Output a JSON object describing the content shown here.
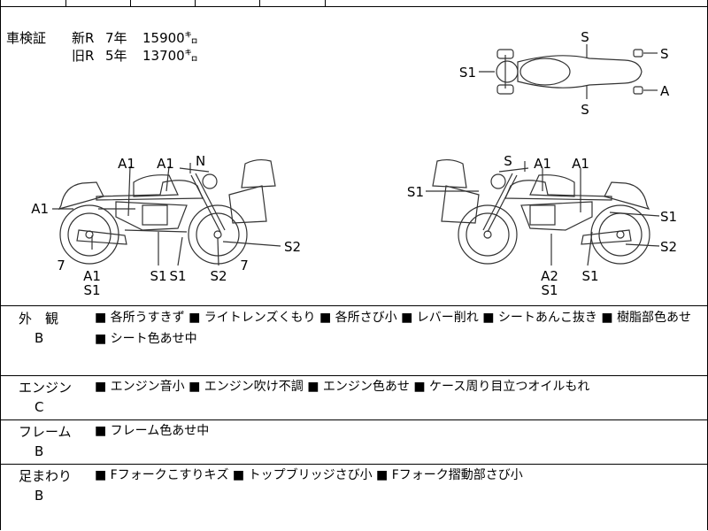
{
  "inspection": {
    "label": "車検証",
    "rows": [
      {
        "type": "新R",
        "years": "7年",
        "value": "15900㌔"
      },
      {
        "type": "旧R",
        "years": "5年",
        "value": "13700㌔"
      }
    ]
  },
  "diagram": {
    "top_view": {
      "s_top": "S",
      "s1": "S1",
      "s_right": "S",
      "a_right": "A",
      "s_bottom": "S"
    },
    "left_side": {
      "a1_fender": "A1",
      "a1_frame": "A1",
      "a1_tank": "A1",
      "n_handle": "N",
      "a1_bottom": "A1",
      "s1_bottom": "S1",
      "s1_a": "S1",
      "s1_b": "S1",
      "s2_fork": "S2",
      "s2_front": "S2",
      "num_rear": "7",
      "num_front": "7"
    },
    "right_side": {
      "s_handle": "S",
      "a1_tank": "A1",
      "a1_rear": "A1",
      "s1_left": "S1",
      "s1_right": "S1",
      "s2_right": "S2",
      "a2": "A2",
      "s1_under_a2": "S1",
      "s1_center": "S1"
    }
  },
  "sections": [
    {
      "name": "外　観",
      "grade": "B",
      "text": "■ 各所うすきず ■ ライトレンズくもり ■ 各所さび小 ■ レバー削れ ■ シートあんこ抜き ■ 樹脂部色あせ ■ シート色あせ中"
    },
    {
      "name": "エンジン",
      "grade": "C",
      "text": "■ エンジン音小 ■ エンジン吹け不調 ■ エンジン色あせ ■ ケース周り目立つオイルもれ"
    },
    {
      "name": "フレーム",
      "grade": "B",
      "text": "■ フレーム色あせ中"
    },
    {
      "name": "足まわり",
      "grade": "B",
      "text": "■ Fフォークこすりキズ ■ トップブリッジさび小 ■ Fフォーク摺動部さび小"
    }
  ]
}
